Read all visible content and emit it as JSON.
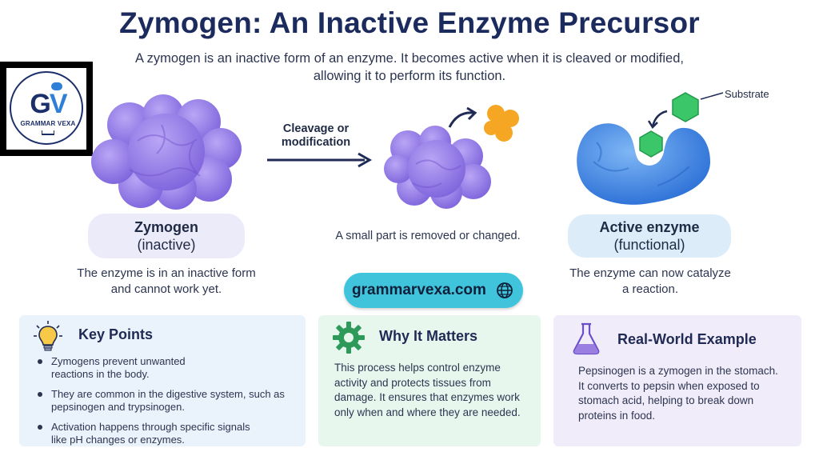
{
  "title": "Zymogen: An Inactive Enzyme Precursor",
  "subtitle": "A zymogen is an inactive form of an enzyme. It becomes active when it is cleaved or modified, allowing it to perform its function.",
  "logo": {
    "letter_g": "G",
    "letter_v": "V",
    "name": "GRAMMAR VEXA"
  },
  "stages": {
    "zymogen": {
      "label_line1": "Zymogen",
      "label_line2": "(inactive)",
      "description": "The enzyme is in an inactive form and cannot work yet."
    },
    "cleavage": {
      "arrow_label": "Cleavage or modification",
      "description": "A small part is removed or changed."
    },
    "active": {
      "label_line1": "Active enzyme",
      "label_line2": "(functional)",
      "description": "The enzyme can now catalyze a reaction.",
      "substrate_label": "Substrate"
    }
  },
  "website": "grammarvexa.com",
  "cards": {
    "key_points": {
      "heading": "Key Points",
      "items": [
        "Zymogens prevent unwanted reactions in the body.",
        "They are common in the digestive system, such as pepsinogen and trypsinogen.",
        "Activation happens through specific signals like pH changes or enzymes."
      ]
    },
    "why_it_matters": {
      "heading": "Why It Matters",
      "text": "This process helps control enzyme activity and protects tissues from damage. It ensures that enzymes work only when and where they are needed."
    },
    "real_world": {
      "heading": "Real-World Example",
      "text": "Pepsinogen is a zymogen in the stomach. It converts to pepsin when exposed to stomach acid, helping to break down proteins in food."
    }
  },
  "icons": {
    "zymogen": "zymogen-blob-icon",
    "cleaved": "cleaved-enzyme-icon",
    "fragment": "removed-fragment-icon",
    "active": "active-enzyme-icon",
    "substrate": "substrate-hexagon-icon",
    "key_points": "lightbulb-icon",
    "why": "gear-icon",
    "real": "flask-icon",
    "globe": "globe-icon"
  },
  "colors": {
    "title": "#1c2b5e",
    "zymogen": "#9b85ea",
    "active": "#3f86e6",
    "substrate": "#3cc66a",
    "fragment": "#f5a623",
    "site_pill": "#3fc4dc"
  }
}
